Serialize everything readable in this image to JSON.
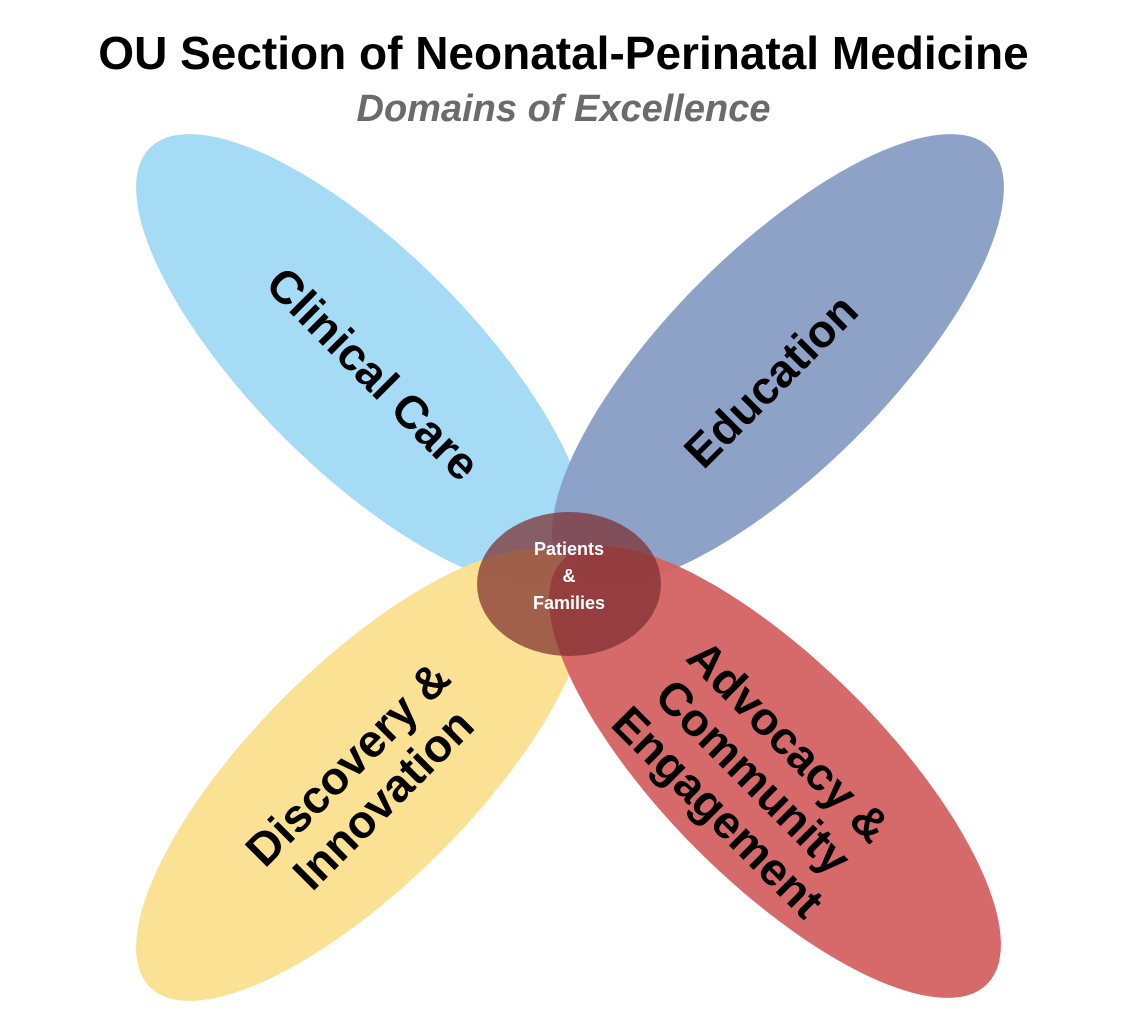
{
  "title": "OU Section of Neonatal-Perinatal Medicine",
  "subtitle": "Domains of Excellence",
  "domains": {
    "clinical_care": {
      "label": "Clinical Care",
      "color": "#a6dbf6"
    },
    "education": {
      "label": "Education",
      "color": "#8a9fc6"
    },
    "discovery": {
      "line1": "Discovery &",
      "line2": "Innovation",
      "color": "#fbe08f"
    },
    "advocacy": {
      "line1": "Advocacy &",
      "line2": "Community",
      "line3": "Engagement",
      "color": "#d46263"
    }
  },
  "center": {
    "line1": "Patients",
    "line2": "&",
    "line3": "Families",
    "color": "#7d2e2e"
  }
}
